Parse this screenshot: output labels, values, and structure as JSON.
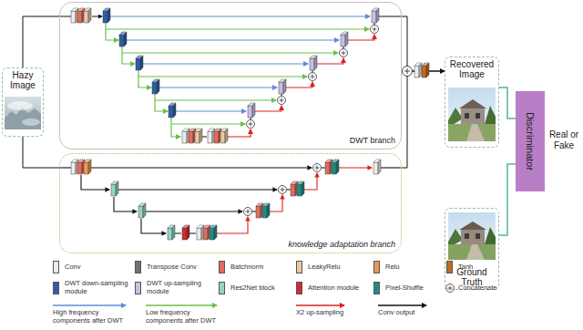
{
  "diagram": {
    "nodes": [
      {
        "text": [
          "Hazy Image"
        ]
      },
      {
        "text": [
          "DWT branch"
        ]
      },
      {
        "text": [
          "knowledge adaptation branch"
        ]
      },
      {
        "text": [
          "Recovered Image"
        ]
      },
      {
        "text": [
          "Ground Truth"
        ]
      },
      {
        "text": [
          "Discriminator"
        ]
      }
    ],
    "edges": [
      {
        "from": 0,
        "to": 1,
        "arrow": "none"
      },
      {
        "from": 0,
        "to": 2,
        "arrow": "none"
      },
      {
        "from": 1,
        "to": 3,
        "arrow": "to"
      },
      {
        "from": 2,
        "to": 3,
        "arrow": "to"
      },
      {
        "from": 3,
        "to": 5,
        "arrow": "none"
      },
      {
        "from": 4,
        "to": 5,
        "arrow": "none"
      }
    ],
    "labels": [
      "Real or Fake"
    ],
    "legend": [
      {
        "text": "Conv",
        "color": "#ececec"
      },
      {
        "text": "Transpose Conv",
        "color": "#707070"
      },
      {
        "text": "Batchnorm",
        "color": "#e36b5e"
      },
      {
        "text": "LeakyRelu",
        "color": "#e9c9a0"
      },
      {
        "text": "Relu",
        "color": "#ee9650"
      },
      {
        "text": "Tanh",
        "color": "#c26a1f"
      },
      {
        "text": "DWT down-sampling module",
        "color": "#2e5ea6"
      },
      {
        "text": "DWT up-sampling module",
        "color": "#c7bfe6"
      },
      {
        "text": "Res2Net block",
        "color": "#94d3c9"
      },
      {
        "text": "Attention module",
        "color": "#d42a2a"
      },
      {
        "text": "Pixel-Shuffle",
        "color": "#1f8d84"
      },
      {
        "text": "Concatenate"
      },
      {
        "text": "High frequency components after DWT"
      },
      {
        "text": "Low frequency components after DWT"
      },
      {
        "text": "X2 up-sampling"
      },
      {
        "text": "Conv output"
      }
    ]
  }
}
